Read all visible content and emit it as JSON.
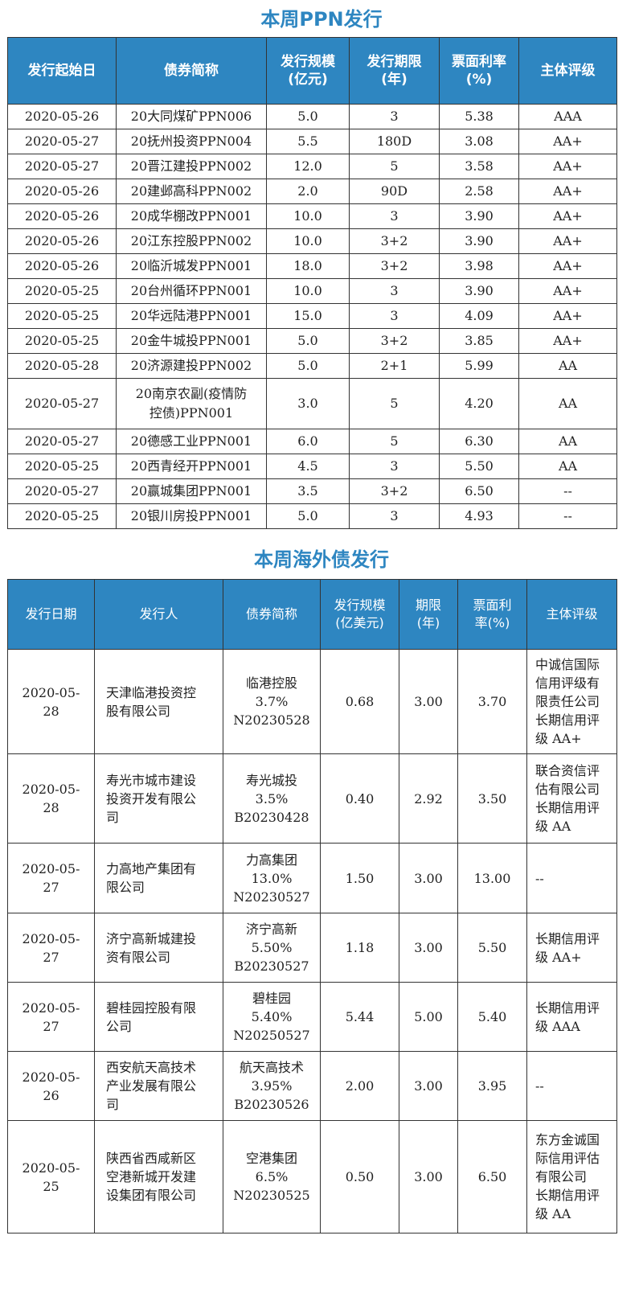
{
  "ppn": {
    "title": "本周PPN发行",
    "headers": [
      "发行起始日",
      "债券简称",
      "发行规模\n(亿元)",
      "发行期限\n(年)",
      "票面利率\n(%)",
      "主体评级"
    ],
    "rows": [
      [
        "2020-05-26",
        "20大同煤矿PPN006",
        "5.0",
        "3",
        "5.38",
        "AAA"
      ],
      [
        "2020-05-27",
        "20抚州投资PPN004",
        "5.5",
        "180D",
        "3.08",
        "AA+"
      ],
      [
        "2020-05-27",
        "20晋江建投PPN002",
        "12.0",
        "5",
        "3.58",
        "AA+"
      ],
      [
        "2020-05-26",
        "20建邺高科PPN002",
        "2.0",
        "90D",
        "2.58",
        "AA+"
      ],
      [
        "2020-05-26",
        "20成华棚改PPN001",
        "10.0",
        "3",
        "3.90",
        "AA+"
      ],
      [
        "2020-05-26",
        "20江东控股PPN002",
        "10.0",
        "3+2",
        "3.90",
        "AA+"
      ],
      [
        "2020-05-26",
        "20临沂城发PPN001",
        "18.0",
        "3+2",
        "3.98",
        "AA+"
      ],
      [
        "2020-05-25",
        "20台州循环PPN001",
        "10.0",
        "3",
        "3.90",
        "AA+"
      ],
      [
        "2020-05-25",
        "20华远陆港PPN001",
        "15.0",
        "3",
        "4.09",
        "AA+"
      ],
      [
        "2020-05-25",
        "20金牛城投PPN001",
        "5.0",
        "3+2",
        "3.85",
        "AA+"
      ],
      [
        "2020-05-28",
        "20济源建投PPN002",
        "5.0",
        "2+1",
        "5.99",
        "AA"
      ],
      [
        "2020-05-27",
        "20南京农副(疫情防\n控债)PPN001",
        "3.0",
        "5",
        "4.20",
        "AA"
      ],
      [
        "2020-05-27",
        "20德感工业PPN001",
        "6.0",
        "5",
        "6.30",
        "AA"
      ],
      [
        "2020-05-25",
        "20西青经开PPN001",
        "4.5",
        "3",
        "5.50",
        "AA"
      ],
      [
        "2020-05-27",
        "20赢城集团PPN001",
        "3.5",
        "3+2",
        "6.50",
        "--"
      ],
      [
        "2020-05-25",
        "20银川房投PPN001",
        "5.0",
        "3",
        "4.93",
        "--"
      ]
    ]
  },
  "overseas": {
    "title": "本周海外债发行",
    "headers": [
      "发行日期",
      "发行人",
      "债券简称",
      "发行规模\n(亿美元)",
      "期限\n(年)",
      "票面利\n率(%)",
      "主体评级"
    ],
    "rows": [
      [
        "2020-05-\n28",
        "天津临港投资控\n股有限公司",
        "临港控股\n3.7%\nN20230528",
        "0.68",
        "3.00",
        "3.70",
        "中诚信国际\n信用评级有\n限责任公司\n长期信用评\n级 AA+"
      ],
      [
        "2020-05-\n28",
        "寿光市城市建设\n投资开发有限公\n司",
        "寿光城投\n3.5%\nB20230428",
        "0.40",
        "2.92",
        "3.50",
        "联合资信评\n估有限公司\n长期信用评\n级 AA"
      ],
      [
        "2020-05-\n27",
        "力高地产集团有\n限公司",
        "力高集团\n13.0%\nN20230527",
        "1.50",
        "3.00",
        "13.00",
        "--"
      ],
      [
        "2020-05-\n27",
        "济宁高新城建投\n资有限公司",
        "济宁高新\n5.50%\nB20230527",
        "1.18",
        "3.00",
        "5.50",
        "长期信用评\n级 AA+"
      ],
      [
        "2020-05-\n27",
        "碧桂园控股有限\n公司",
        "碧桂园\n5.40%\nN20250527",
        "5.44",
        "5.00",
        "5.40",
        "长期信用评\n级 AAA"
      ],
      [
        "2020-05-\n26",
        "西安航天高技术\n产业发展有限公\n司",
        "航天高技术\n3.95%\nB20230526",
        "2.00",
        "3.00",
        "3.95",
        "--"
      ],
      [
        "2020-05-\n25",
        "陕西省西咸新区\n空港新城开发建\n设集团有限公司",
        "空港集团\n6.5%\nN20230525",
        "0.50",
        "3.00",
        "6.50",
        "东方金诚国\n际信用评估\n有限公司\n长期信用评\n级 AA"
      ]
    ]
  }
}
